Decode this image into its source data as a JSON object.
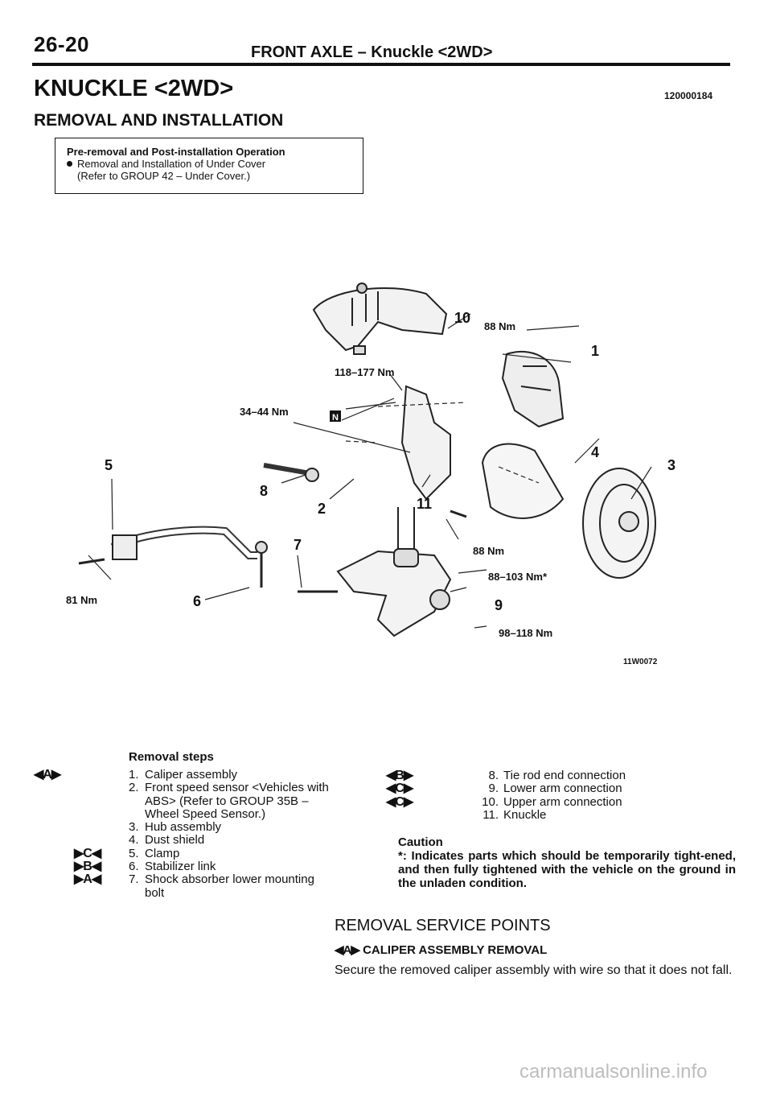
{
  "header": {
    "page_number": "26-20",
    "title": "FRONT AXLE – Knuckle <2WD>"
  },
  "section": {
    "title": "KNUCKLE <2WD>",
    "code": "120000184",
    "subtitle": "REMOVAL AND INSTALLATION"
  },
  "pre_op_box": {
    "heading": "Pre-removal and Post-installation Operation",
    "item": "Removal and Installation of Under Cover",
    "item_note": "(Refer to GROUP 42 – Under Cover.)"
  },
  "diagram": {
    "part_numbers": [
      "1",
      "2",
      "3",
      "4",
      "5",
      "6",
      "7",
      "8",
      "9",
      "10",
      "11"
    ],
    "torques": {
      "t10": "88 Nm",
      "upper_ball": "118–177 Nm",
      "tie_rod": "34–44 Nm",
      "lower_88": "88 Nm",
      "lower_arm": "88–103 Nm*",
      "ball_joint": "98–118 Nm",
      "stabilizer": "81 Nm"
    },
    "n_symbol": "N",
    "figure_code": "11W0072"
  },
  "removal": {
    "heading": "Removal steps",
    "left_steps": [
      {
        "num": "1.",
        "text": "Caliper assembly",
        "mark": "◀A▶"
      },
      {
        "num": "2.",
        "text": "Front speed sensor <Vehicles with",
        "mark": ""
      },
      {
        "num": "",
        "text": "ABS> (Refer to GROUP 35B –",
        "mark": ""
      },
      {
        "num": "",
        "text": "Wheel Speed Sensor.)",
        "mark": ""
      },
      {
        "num": "3.",
        "text": "Hub assembly",
        "mark": ""
      },
      {
        "num": "4.",
        "text": "Dust shield",
        "mark": ""
      },
      {
        "num": "5.",
        "text": "Clamp",
        "mark": "▶C◀"
      },
      {
        "num": "6.",
        "text": "Stabilizer link",
        "mark": "▶B◀"
      },
      {
        "num": "7.",
        "text": "Shock absorber lower mounting",
        "mark": "▶A◀"
      },
      {
        "num": "",
        "text": "bolt",
        "mark": ""
      }
    ],
    "right_steps": [
      {
        "num": "8.",
        "text": "Tie rod end connection",
        "mark": "◀B▶"
      },
      {
        "num": "9.",
        "text": "Lower arm connection",
        "mark": "◀C▶"
      },
      {
        "num": "10.",
        "text": "Upper arm connection",
        "mark": "◀C▶"
      },
      {
        "num": "11.",
        "text": "Knuckle",
        "mark": ""
      }
    ]
  },
  "caution": {
    "heading": "Caution",
    "text": "*: Indicates parts which should be temporarily tight-ened, and then fully tightened with the vehicle on the ground in the unladen condition."
  },
  "service_points": {
    "title": "REMOVAL SERVICE POINTS",
    "sub_mark": "◀A▶",
    "sub_title": "CALIPER ASSEMBLY REMOVAL",
    "body": "Secure the removed caliper assembly with wire so that it does not fall."
  },
  "watermark": "carmanualsonline.info"
}
